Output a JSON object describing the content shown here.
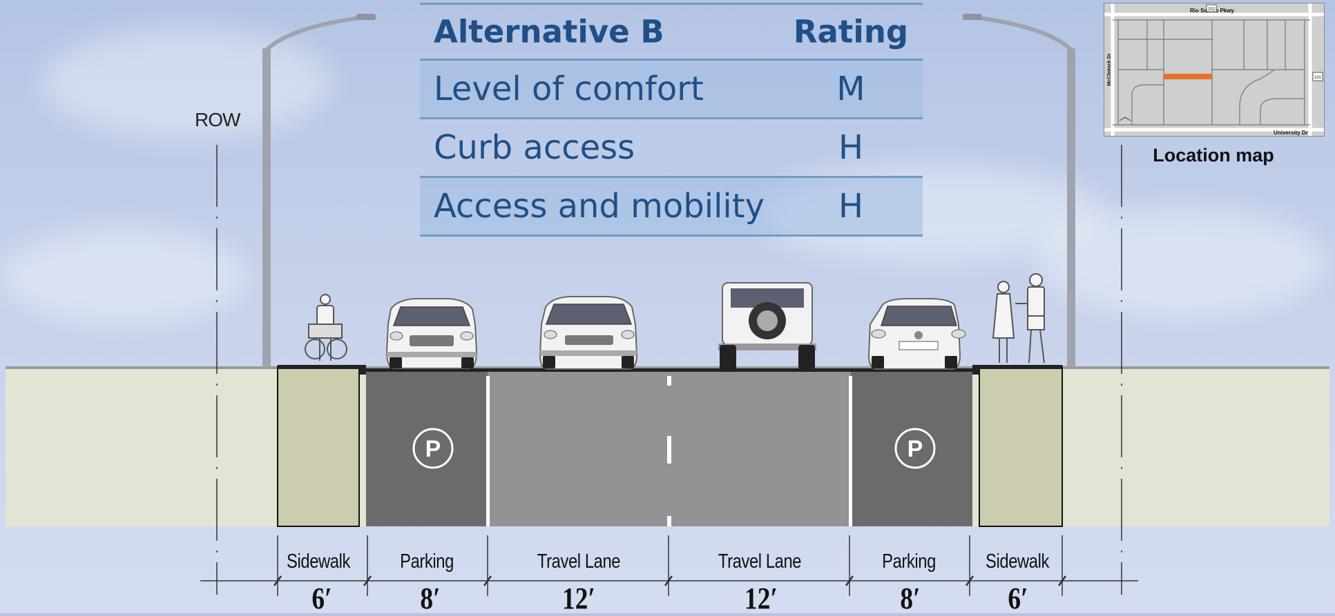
{
  "rating_table": {
    "header": {
      "alternative": "Alternative B",
      "rating": "Rating"
    },
    "rows": [
      {
        "criterion": "Level of comfort",
        "rating": "M"
      },
      {
        "criterion": "Curb access",
        "rating": "H"
      },
      {
        "criterion": "Access and mobility",
        "rating": "H"
      }
    ]
  },
  "location_map": {
    "caption": "Location map",
    "streets": {
      "north": "Rio Salado Pkwy",
      "south": "University Dr",
      "west": "McClintock Dr",
      "shield_north": "202",
      "shield_east": "101"
    },
    "highlight_color": "#e8702a"
  },
  "cross_section": {
    "row_label": "ROW",
    "segments": [
      {
        "name": "Sidewalk",
        "width": "6′"
      },
      {
        "name": "Parking",
        "width": "8′",
        "symbol": "P"
      },
      {
        "name": "Travel Lane",
        "width": "12′"
      },
      {
        "name": "Travel Lane",
        "width": "12′"
      },
      {
        "name": "Parking",
        "width": "8′",
        "symbol": "P"
      },
      {
        "name": "Sidewalk",
        "width": "6′"
      }
    ],
    "figures": [
      "wheelchair-user",
      "sedan-front",
      "sedan-front",
      "suv-rear",
      "hatchback-rear",
      "walking-couple"
    ]
  },
  "colors": {
    "sidewalk": "#cccdae",
    "parking": "#6b6b6e",
    "travel_lane": "#939396",
    "ground": "#e3e5d4",
    "table_text": "#1f4f86"
  }
}
